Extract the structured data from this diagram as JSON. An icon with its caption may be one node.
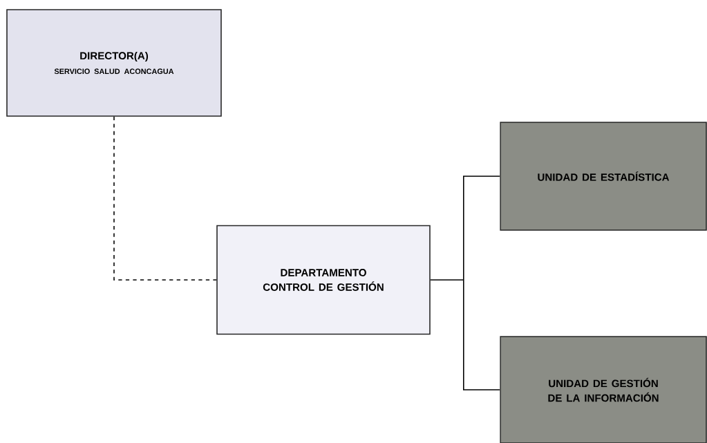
{
  "diagram": {
    "nodes": [
      {
        "text": [
          "DIRECTOR(A)",
          "SERVICIO SALUD ACONCAGUA"
        ]
      },
      {
        "text": [
          "DEPARTAMENTO CONTROL DE GESTIÓN"
        ]
      },
      {
        "text": [
          "UNIDAD DE ESTADÍSTICA"
        ]
      },
      {
        "text": [
          "UNIDAD DE GESTIÓN DE LA INFORMACIÓN"
        ]
      }
    ],
    "edges": [
      {
        "from": 0,
        "to": 1,
        "arrow": "none",
        "style": "dashed"
      },
      {
        "from": 1,
        "to": 2,
        "arrow": "none"
      },
      {
        "from": 1,
        "to": 3,
        "arrow": "none"
      }
    ]
  }
}
